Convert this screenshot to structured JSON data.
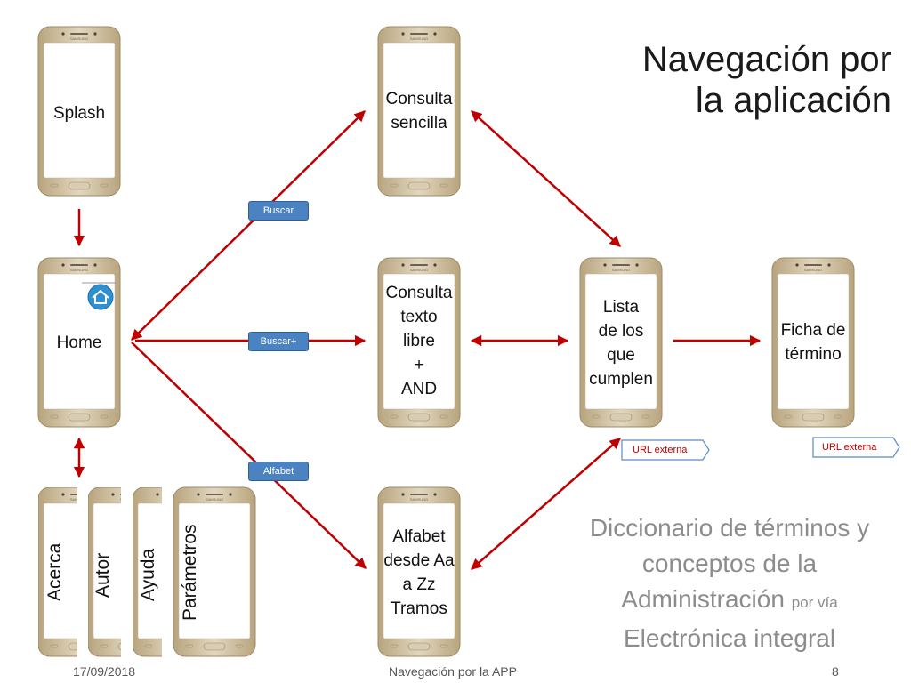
{
  "title": [
    "Navegación por",
    "la aplicación"
  ],
  "phones": {
    "splash": "Splash",
    "home": "Home",
    "consulta_sencilla": "Consulta\nsencilla",
    "consulta_texto": "Consulta\ntexto\nlibre\n+\nAND",
    "alfabet": "Alfabet\ndesde Aa\na Zz\nTramos",
    "lista": "Lista\nde los\nque\ncumplen",
    "ficha": "Ficha de\ntérmino",
    "acerca": "Acerca",
    "autor": "Autor",
    "ayuda": "Ayuda",
    "parametros": "Parámetros"
  },
  "buttons": {
    "buscar": "Buscar",
    "buscar_plus": "Buscar+",
    "alfabet": "Alfabet"
  },
  "url_tags": {
    "lista": "URL externa",
    "ficha": "URL externa"
  },
  "subtitle": {
    "line1": "Diccionario de términos y",
    "line2": "conceptos de la",
    "line3_main": "Administración",
    "line3_small": "por vía",
    "line4": "Electrónica integral"
  },
  "footer": {
    "date": "17/09/2018",
    "center": "Navegación por la APP",
    "page": "8"
  },
  "colors": {
    "arrow": "#c00000",
    "button": "#4a82c2",
    "phone_gold": "#c9b898"
  },
  "icons": {
    "home": "home-icon"
  }
}
